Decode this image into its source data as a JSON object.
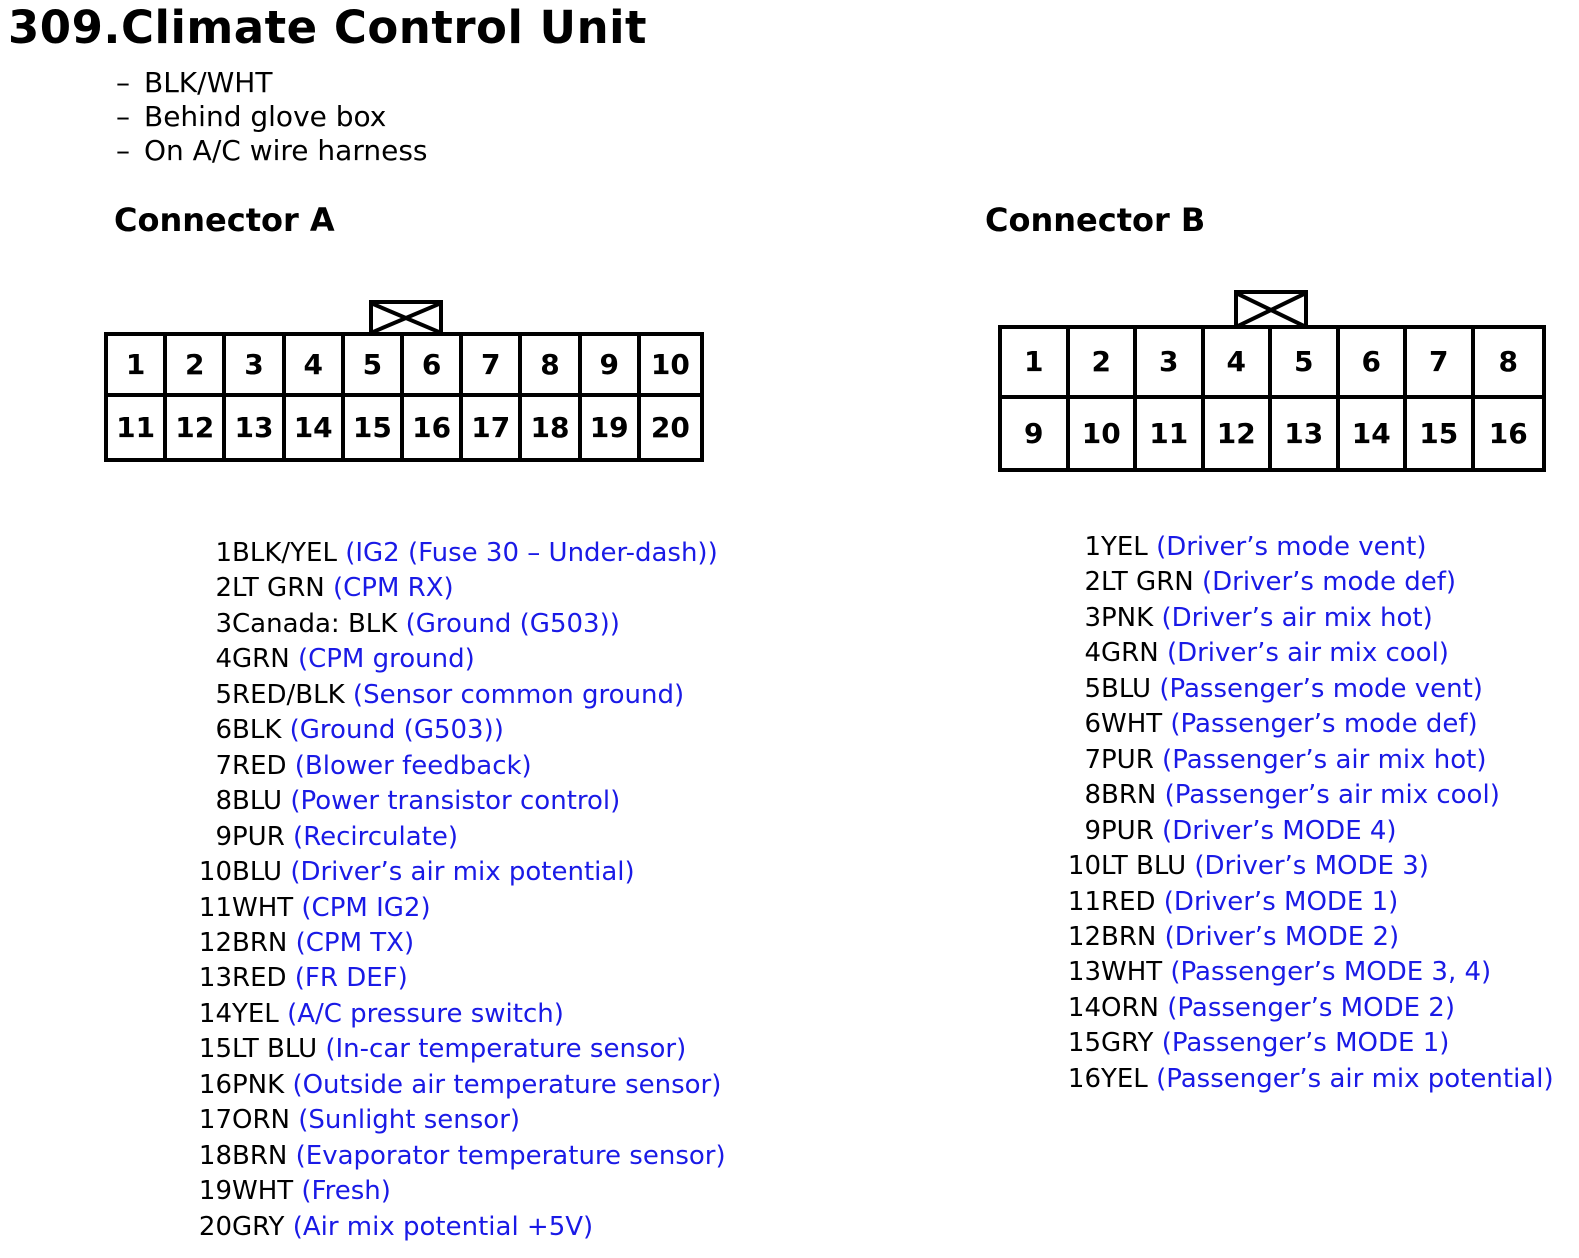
{
  "title": "309.Climate Control Unit",
  "bullets": [
    "BLK/WHT",
    "Behind glove box",
    "On A/C wire harness"
  ],
  "connector_a": {
    "title": "Connector A",
    "pins": [
      "1",
      "2",
      "3",
      "4",
      "5",
      "6",
      "7",
      "8",
      "9",
      "10",
      "11",
      "12",
      "13",
      "14",
      "15",
      "16",
      "17",
      "18",
      "19",
      "20"
    ],
    "wires": [
      {
        "num": "1",
        "color": "BLK/YEL",
        "desc": "(IG2 (Fuse 30 – Under-dash))"
      },
      {
        "num": "2",
        "color": "LT GRN",
        "desc": "(CPM RX)"
      },
      {
        "num": "3",
        "color": "Canada: BLK",
        "desc": "(Ground (G503))"
      },
      {
        "num": "4",
        "color": "GRN",
        "desc": "(CPM ground)"
      },
      {
        "num": "5",
        "color": "RED/BLK",
        "desc": "(Sensor common ground)"
      },
      {
        "num": "6",
        "color": "BLK",
        "desc": "(Ground (G503))"
      },
      {
        "num": "7",
        "color": "RED",
        "desc": "(Blower feedback)"
      },
      {
        "num": "8",
        "color": "BLU",
        "desc": "(Power transistor control)"
      },
      {
        "num": "9",
        "color": "PUR",
        "desc": "(Recirculate)"
      },
      {
        "num": "10",
        "color": "BLU",
        "desc": "(Driver’s air mix potential)"
      },
      {
        "num": "11",
        "color": "WHT",
        "desc": "(CPM IG2)"
      },
      {
        "num": "12",
        "color": "BRN",
        "desc": "(CPM TX)"
      },
      {
        "num": "13",
        "color": "RED",
        "desc": "(FR DEF)"
      },
      {
        "num": "14",
        "color": "YEL",
        "desc": "(A/C pressure switch)"
      },
      {
        "num": "15",
        "color": "LT BLU",
        "desc": "(In-car temperature sensor)"
      },
      {
        "num": "16",
        "color": "PNK",
        "desc": "(Outside air temperature sensor)"
      },
      {
        "num": "17",
        "color": "ORN",
        "desc": "(Sunlight sensor)"
      },
      {
        "num": "18",
        "color": "BRN",
        "desc": "(Evaporator temperature sensor)"
      },
      {
        "num": "19",
        "color": "WHT",
        "desc": "(Fresh)"
      },
      {
        "num": "20",
        "color": "GRY",
        "desc": "(Air mix potential +5V)"
      }
    ]
  },
  "connector_b": {
    "title": "Connector B",
    "pins": [
      "1",
      "2",
      "3",
      "4",
      "5",
      "6",
      "7",
      "8",
      "9",
      "10",
      "11",
      "12",
      "13",
      "14",
      "15",
      "16"
    ],
    "wires": [
      {
        "num": "1",
        "color": "YEL",
        "desc": "(Driver’s mode vent)"
      },
      {
        "num": "2",
        "color": "LT GRN",
        "desc": "(Driver’s mode def)"
      },
      {
        "num": "3",
        "color": "PNK",
        "desc": "(Driver’s air mix hot)"
      },
      {
        "num": "4",
        "color": "GRN",
        "desc": "(Driver’s air mix cool)"
      },
      {
        "num": "5",
        "color": "BLU",
        "desc": "(Passenger’s mode vent)"
      },
      {
        "num": "6",
        "color": "WHT",
        "desc": "(Passenger’s mode def)"
      },
      {
        "num": "7",
        "color": "PUR",
        "desc": "(Passenger’s air mix hot)"
      },
      {
        "num": "8",
        "color": "BRN",
        "desc": "(Passenger’s air mix cool)"
      },
      {
        "num": "9",
        "color": "PUR",
        "desc": "(Driver’s MODE 4)"
      },
      {
        "num": "10",
        "color": "LT BLU",
        "desc": "(Driver’s MODE 3)"
      },
      {
        "num": "11",
        "color": "RED",
        "desc": "(Driver’s MODE 1)"
      },
      {
        "num": "12",
        "color": "BRN",
        "desc": "(Driver’s MODE 2)"
      },
      {
        "num": "13",
        "color": "WHT",
        "desc": "(Passenger’s MODE 3, 4)"
      },
      {
        "num": "14",
        "color": "ORN",
        "desc": "(Passenger’s MODE 2)"
      },
      {
        "num": "15",
        "color": "GRY",
        "desc": "(Passenger’s MODE 1)"
      },
      {
        "num": "16",
        "color": "YEL",
        "desc": "(Passenger’s air mix potential)"
      }
    ]
  },
  "colors": {
    "description_text": "#1a1ae6",
    "line": "#000000"
  }
}
